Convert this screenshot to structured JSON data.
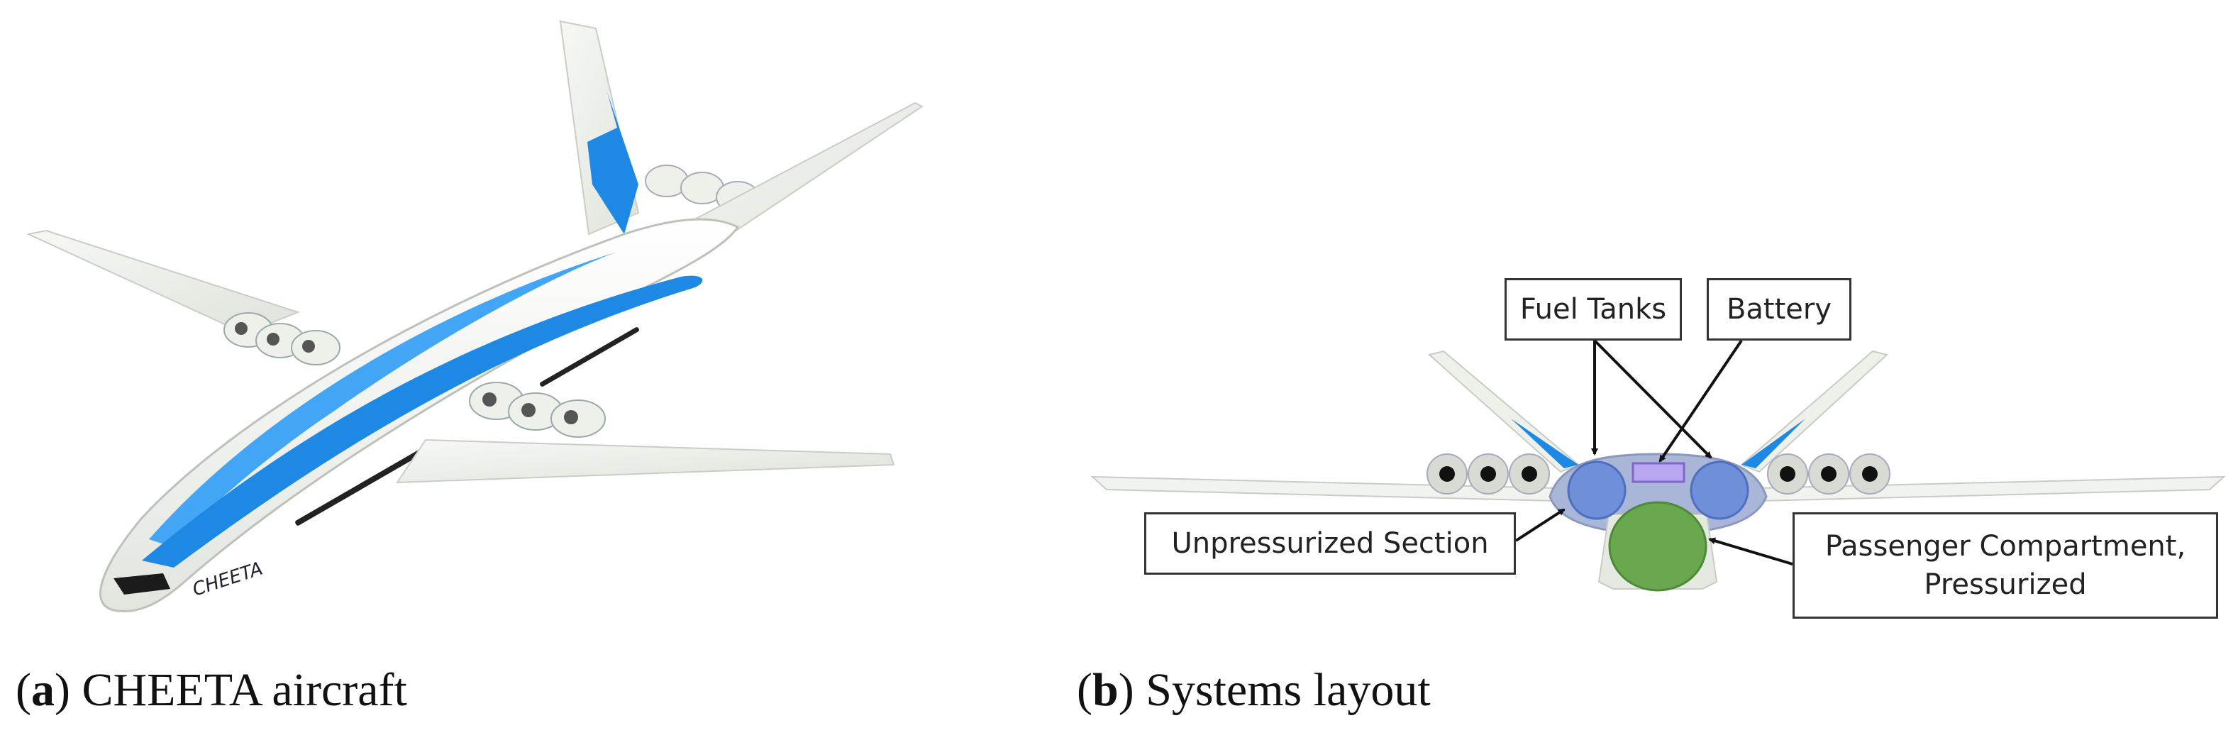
{
  "panel_a": {
    "caption_letter": "a",
    "caption_text": "CHEETA aircraft",
    "livery_text": "CHEETA"
  },
  "panel_b": {
    "caption_letter": "b",
    "caption_text": "Systems layout",
    "labels": {
      "fuel_tanks": "Fuel Tanks",
      "battery": "Battery",
      "unpressurized": "Unpressurized Section",
      "passenger_line1": "Passenger Compartment,",
      "passenger_line2": "Pressurized"
    }
  },
  "colors": {
    "livery_blue": "#1e88e5",
    "livery_light_blue": "#42a5f5",
    "fuel_tank": "#6f8fd8",
    "battery": "#b9a6f0",
    "passenger_compartment": "#6aa84f",
    "fuselage_section": "#a9b6d8"
  }
}
